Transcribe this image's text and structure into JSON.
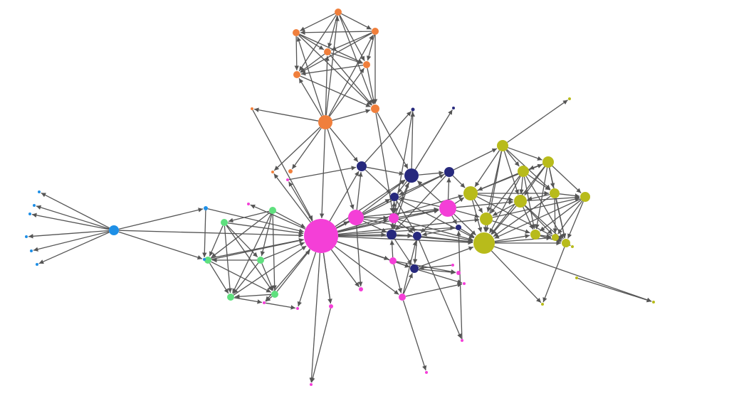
{
  "colors": {
    "background": "#ffffff",
    "edge": "#555555",
    "orange": "#f07f3c",
    "navy": "#27297d",
    "magenta": "#f43fd7",
    "olive": "#b8bb1b",
    "green": "#5fe07e",
    "blue": "#1e8fe6"
  },
  "graph": {
    "type": "directed-network",
    "communities": [
      "orange",
      "navy",
      "magenta",
      "olive",
      "green",
      "blue"
    ],
    "node_count": 64
  }
}
